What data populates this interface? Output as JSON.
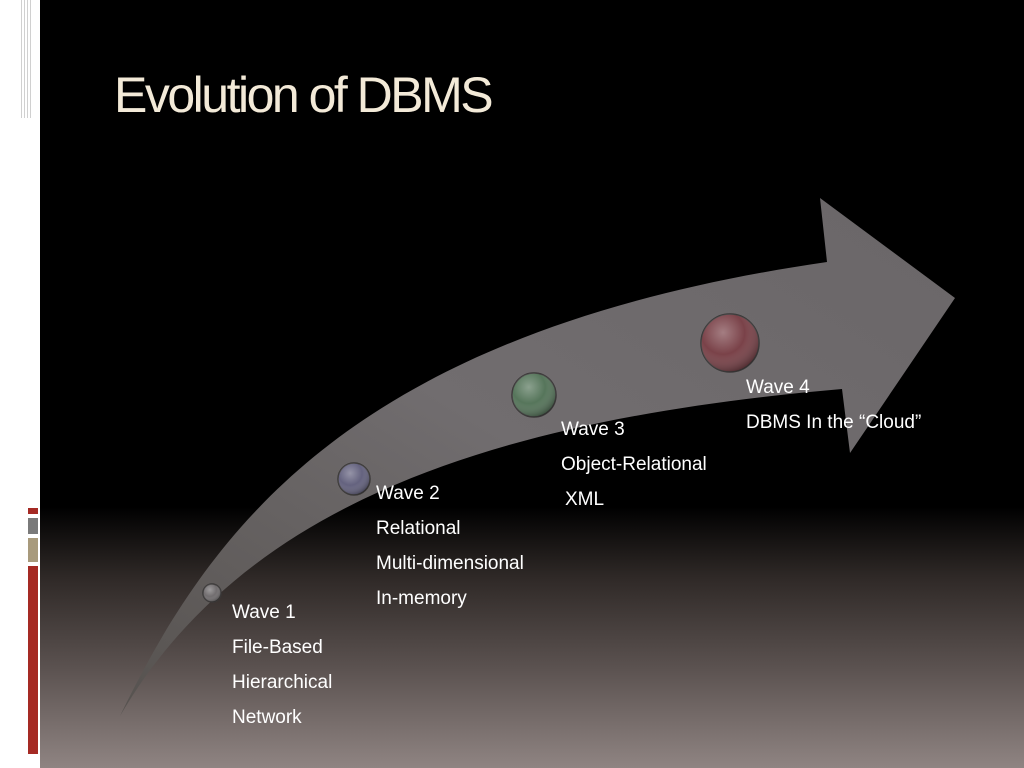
{
  "slide": {
    "title": "Evolution of DBMS"
  },
  "waves": [
    {
      "heading": "Wave 1",
      "items": [
        "File-Based",
        "Hierarchical",
        "Network"
      ],
      "marker_color": "#6a6668"
    },
    {
      "heading": "Wave 2",
      "items": [
        "Relational",
        "Multi-dimensional",
        "In-memory"
      ],
      "marker_color": "#5c5a78"
    },
    {
      "heading": "Wave 3",
      "items": [
        "Object-Relational",
        "XML"
      ],
      "marker_color": "#4d6e52"
    },
    {
      "heading": "Wave 4",
      "items": [
        "DBMS In the “Cloud”"
      ],
      "marker_color": "#73383f"
    }
  ],
  "colors": {
    "title": "#f3ead8",
    "arrow": "#6f6b6d",
    "accent_red": "#a52a24",
    "accent_gray": "#7a7a7a",
    "accent_tan": "#a89a7c"
  }
}
